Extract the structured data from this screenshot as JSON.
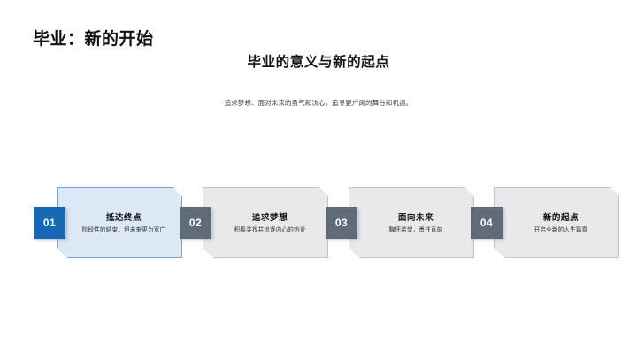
{
  "slide": {
    "title": "毕业：新的开始",
    "heading": "毕业的意义与新的起点",
    "paragraph": "追求梦想、面对未来的勇气和决心，追寻更广阔的舞台和机遇。",
    "background_color": "#ffffff"
  },
  "theme": {
    "accent_color": "#1668b5",
    "neutral_badge_color": "#5f6b79",
    "accent_card_fill": "#dbe8f5",
    "accent_card_border": "#7ba7cf",
    "neutral_card_fill": "#e9e9ec",
    "neutral_card_border": "#c2c4c9",
    "title_color": "#111111"
  },
  "cards": [
    {
      "number": "01",
      "title": "抵达终点",
      "description": "阶段性的结束，但未来更为宽广",
      "highlighted": true
    },
    {
      "number": "02",
      "title": "追求梦想",
      "description": "积极寻找并追逐内心的热爱",
      "highlighted": false
    },
    {
      "number": "03",
      "title": "面向未来",
      "description": "胸怀希望，勇往直前",
      "highlighted": false
    },
    {
      "number": "04",
      "title": "新的起点",
      "description": "开启全新的人生篇章",
      "highlighted": false
    }
  ]
}
